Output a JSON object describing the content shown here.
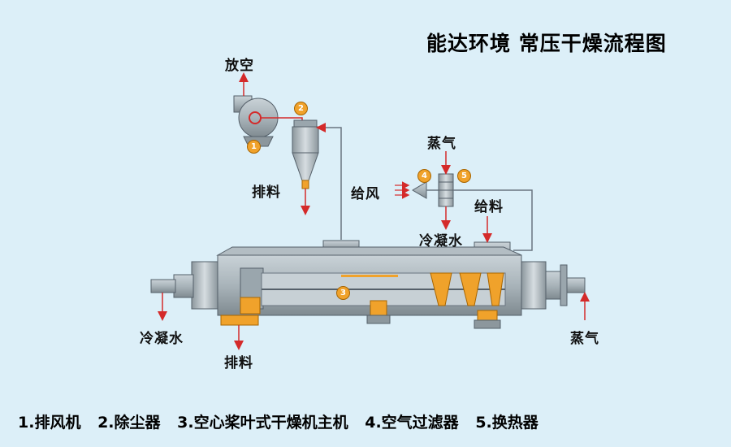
{
  "title": "能达环境 常压干燥流程图",
  "labels": {
    "vent": "放空",
    "discharge_top": "排料",
    "feed_air": "给风",
    "steam_top": "蒸气",
    "feed_material": "给料",
    "condensate_top": "冷凝水",
    "condensate_bottom": "冷凝水",
    "discharge_bottom": "排料",
    "steam_bottom": "蒸气"
  },
  "badges": {
    "b1": "1",
    "b2": "2",
    "b3": "3",
    "b4": "4",
    "b5": "5"
  },
  "legend": [
    "1.排风机",
    "2.除尘器",
    "3.空心桨叶式干燥机主机",
    "4.空气过滤器",
    "5.换热器"
  ],
  "colors": {
    "background": "#dceff8",
    "pipe_red": "#d42a2a",
    "pipe_gray": "#6a7580",
    "orange": "#f0a22b",
    "machine": "#9aa6ad"
  }
}
